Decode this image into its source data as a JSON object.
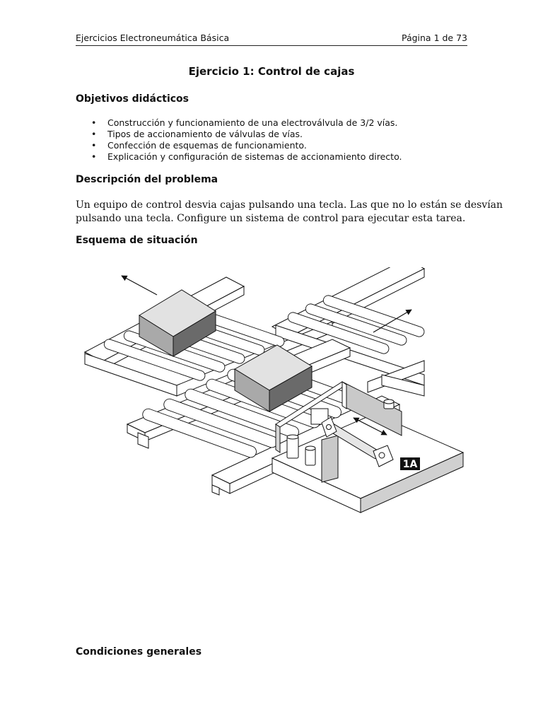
{
  "header": {
    "left": "Ejercicios Electroneumática Básica",
    "right": "Página 1 de 73"
  },
  "title": "Ejercicio 1: Control de cajas",
  "objectives": {
    "heading": "Objetivos didácticos",
    "items": [
      "Construcción y funcionamiento de una electroválvula de 3/2 vías.",
      "Tipos de accionamiento de válvulas de vías.",
      "Confección de esquemas de funcionamiento.",
      "Explicación y configuración de sistemas de accionamiento directo."
    ]
  },
  "problem": {
    "heading": "Descripción del problema",
    "lines": [
      "Un equipo de control desvia cajas pulsando una tecla. Las que no lo están se desvían",
      "pulsando una tecla. Configure un sistema de control para ejecutar esta tarea."
    ]
  },
  "scheme": {
    "heading": "Esquema de situación",
    "cylinder_label": "1A"
  },
  "conditions": {
    "heading": "Condiciones generales"
  }
}
